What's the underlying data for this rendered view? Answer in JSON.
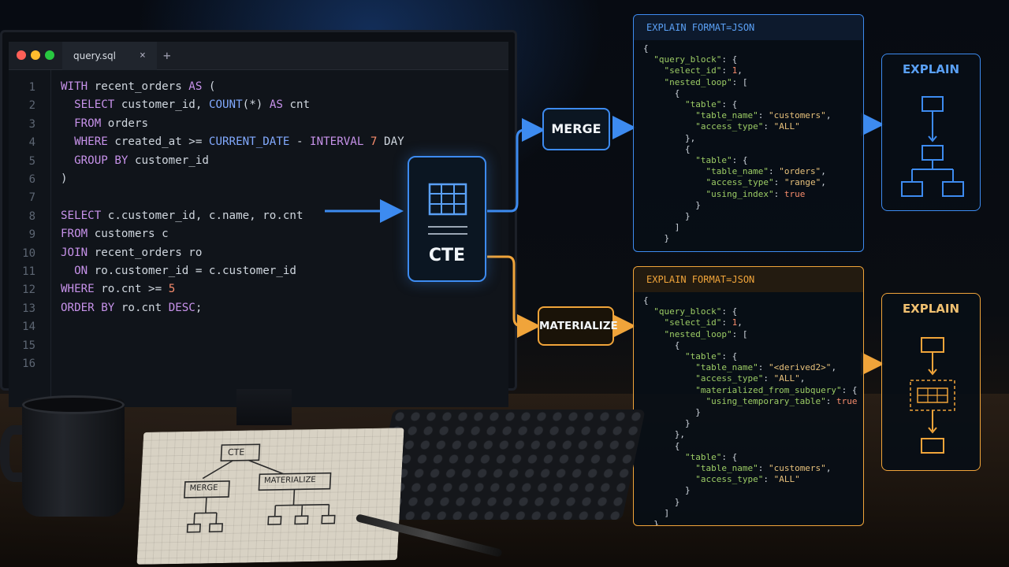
{
  "editor": {
    "tab_title": "query.sql",
    "tab_close": "×",
    "tab_add": "+",
    "line_numbers": [
      "1",
      "2",
      "3",
      "4",
      "5",
      "6",
      "7",
      "8",
      "9",
      "10",
      "11",
      "12",
      "13",
      "14",
      "15",
      "16"
    ],
    "lines": [
      [
        {
          "t": "WITH",
          "c": "kw"
        },
        {
          "t": " recent_orders ",
          "c": ""
        },
        {
          "t": "AS",
          "c": "kw"
        },
        {
          "t": " (",
          "c": ""
        }
      ],
      [
        {
          "t": "  SELECT",
          "c": "kw"
        },
        {
          "t": " customer_id, ",
          "c": ""
        },
        {
          "t": "COUNT",
          "c": "fn"
        },
        {
          "t": "(*) ",
          "c": ""
        },
        {
          "t": "AS",
          "c": "kw"
        },
        {
          "t": " cnt",
          "c": ""
        }
      ],
      [
        {
          "t": "  FROM",
          "c": "kw"
        },
        {
          "t": " orders",
          "c": ""
        }
      ],
      [
        {
          "t": "  WHERE",
          "c": "kw"
        },
        {
          "t": " created_at >= ",
          "c": ""
        },
        {
          "t": "CURRENT_DATE",
          "c": "fn"
        },
        {
          "t": " - ",
          "c": ""
        },
        {
          "t": "INTERVAL",
          "c": "kw"
        },
        {
          "t": " 7",
          "c": "num"
        },
        {
          "t": " DAY",
          "c": ""
        }
      ],
      [
        {
          "t": "  GROUP BY",
          "c": "kw"
        },
        {
          "t": " customer_id",
          "c": ""
        }
      ],
      [
        {
          "t": ")",
          "c": ""
        }
      ],
      [],
      [
        {
          "t": "SELECT",
          "c": "kw"
        },
        {
          "t": " c.customer_id, c.name, ro.cnt",
          "c": ""
        }
      ],
      [
        {
          "t": "FROM",
          "c": "kw"
        },
        {
          "t": " customers c",
          "c": ""
        }
      ],
      [
        {
          "t": "JOIN",
          "c": "kw"
        },
        {
          "t": " recent_orders ro",
          "c": ""
        }
      ],
      [
        {
          "t": "  ON",
          "c": "kw"
        },
        {
          "t": " ro.customer_id = c.customer_id",
          "c": ""
        }
      ],
      [
        {
          "t": "WHERE",
          "c": "kw"
        },
        {
          "t": " ro.cnt >= ",
          "c": ""
        },
        {
          "t": "5",
          "c": "num"
        }
      ],
      [
        {
          "t": "ORDER BY",
          "c": "kw"
        },
        {
          "t": " ro.cnt ",
          "c": ""
        },
        {
          "t": "DESC",
          "c": "kw"
        },
        {
          "t": ";",
          "c": ""
        }
      ],
      [],
      [],
      []
    ]
  },
  "diagram": {
    "cte_label": "CTE",
    "merge_label": "MERGE",
    "materialize_label": "MATERIALIZE",
    "explain_label": "EXPLAIN",
    "panel_header": "EXPLAIN FORMAT=JSON"
  },
  "merge_json": [
    [
      {
        "t": "{",
        "c": "p"
      }
    ],
    [
      {
        "t": "  \"query_block\"",
        "c": "k"
      },
      {
        "t": ": {",
        "c": "p"
      }
    ],
    [
      {
        "t": "    \"select_id\"",
        "c": "k"
      },
      {
        "t": ": ",
        "c": "p"
      },
      {
        "t": "1",
        "c": "b"
      },
      {
        "t": ",",
        "c": "p"
      }
    ],
    [
      {
        "t": "    \"nested_loop\"",
        "c": "k"
      },
      {
        "t": ": [",
        "c": "p"
      }
    ],
    [
      {
        "t": "      {",
        "c": "p"
      }
    ],
    [
      {
        "t": "        \"table\"",
        "c": "k"
      },
      {
        "t": ": {",
        "c": "p"
      }
    ],
    [
      {
        "t": "          \"table_name\"",
        "c": "k"
      },
      {
        "t": ": ",
        "c": "p"
      },
      {
        "t": "\"customers\"",
        "c": "s"
      },
      {
        "t": ",",
        "c": "p"
      }
    ],
    [
      {
        "t": "          \"access_type\"",
        "c": "k"
      },
      {
        "t": ": ",
        "c": "p"
      },
      {
        "t": "\"ALL\"",
        "c": "s"
      }
    ],
    [
      {
        "t": "        },",
        "c": "p"
      }
    ],
    [
      {
        "t": "        {",
        "c": "p"
      }
    ],
    [
      {
        "t": "          \"table\"",
        "c": "k"
      },
      {
        "t": ": {",
        "c": "p"
      }
    ],
    [
      {
        "t": "            \"table_name\"",
        "c": "k"
      },
      {
        "t": ": ",
        "c": "p"
      },
      {
        "t": "\"orders\"",
        "c": "s"
      },
      {
        "t": ",",
        "c": "p"
      }
    ],
    [
      {
        "t": "            \"access_type\"",
        "c": "k"
      },
      {
        "t": ": ",
        "c": "p"
      },
      {
        "t": "\"range\"",
        "c": "s"
      },
      {
        "t": ",",
        "c": "p"
      }
    ],
    [
      {
        "t": "            \"using_index\"",
        "c": "k"
      },
      {
        "t": ": ",
        "c": "p"
      },
      {
        "t": "true",
        "c": "b"
      }
    ],
    [
      {
        "t": "          }",
        "c": "p"
      }
    ],
    [
      {
        "t": "        }",
        "c": "p"
      }
    ],
    [
      {
        "t": "      ]",
        "c": "p"
      }
    ],
    [
      {
        "t": "    }",
        "c": "p"
      }
    ]
  ],
  "materialize_json": [
    [
      {
        "t": "{",
        "c": "p"
      }
    ],
    [
      {
        "t": "  \"query_block\"",
        "c": "k"
      },
      {
        "t": ": {",
        "c": "p"
      }
    ],
    [
      {
        "t": "    \"select_id\"",
        "c": "k"
      },
      {
        "t": ": ",
        "c": "p"
      },
      {
        "t": "1",
        "c": "b"
      },
      {
        "t": ",",
        "c": "p"
      }
    ],
    [
      {
        "t": "    \"nested_loop\"",
        "c": "k"
      },
      {
        "t": ": [",
        "c": "p"
      }
    ],
    [
      {
        "t": "      {",
        "c": "p"
      }
    ],
    [
      {
        "t": "        \"table\"",
        "c": "k"
      },
      {
        "t": ": {",
        "c": "p"
      }
    ],
    [
      {
        "t": "          \"table_name\"",
        "c": "k"
      },
      {
        "t": ": ",
        "c": "p"
      },
      {
        "t": "\"<derived2>\"",
        "c": "s"
      },
      {
        "t": ",",
        "c": "p"
      }
    ],
    [
      {
        "t": "          \"access_type\"",
        "c": "k"
      },
      {
        "t": ": ",
        "c": "p"
      },
      {
        "t": "\"ALL\"",
        "c": "s"
      },
      {
        "t": ",",
        "c": "p"
      }
    ],
    [
      {
        "t": "          \"materialized_from_subquery\"",
        "c": "k"
      },
      {
        "t": ": {",
        "c": "p"
      }
    ],
    [
      {
        "t": "            \"using_temporary_table\"",
        "c": "k"
      },
      {
        "t": ": ",
        "c": "p"
      },
      {
        "t": "true",
        "c": "b"
      }
    ],
    [
      {
        "t": "          }",
        "c": "p"
      }
    ],
    [
      {
        "t": "        }",
        "c": "p"
      }
    ],
    [
      {
        "t": "      },",
        "c": "p"
      }
    ],
    [
      {
        "t": "      {",
        "c": "p"
      }
    ],
    [
      {
        "t": "        \"table\"",
        "c": "k"
      },
      {
        "t": ": {",
        "c": "p"
      }
    ],
    [
      {
        "t": "          \"table_name\"",
        "c": "k"
      },
      {
        "t": ": ",
        "c": "p"
      },
      {
        "t": "\"customers\"",
        "c": "s"
      },
      {
        "t": ",",
        "c": "p"
      }
    ],
    [
      {
        "t": "          \"access_type\"",
        "c": "k"
      },
      {
        "t": ": ",
        "c": "p"
      },
      {
        "t": "\"ALL\"",
        "c": "s"
      }
    ],
    [
      {
        "t": "        }",
        "c": "p"
      }
    ],
    [
      {
        "t": "      }",
        "c": "p"
      }
    ],
    [
      {
        "t": "    ]",
        "c": "p"
      }
    ],
    [
      {
        "t": "  }",
        "c": "p"
      }
    ]
  ],
  "notebook": {
    "cte": "CTE",
    "merge": "MERGE",
    "materialize": "MATERIALIZE"
  },
  "colors": {
    "blue": "#3d8bf0",
    "orange": "#f0a43a",
    "window_red": "#ff5f57",
    "window_yellow": "#febc2e",
    "window_green": "#28c840"
  }
}
